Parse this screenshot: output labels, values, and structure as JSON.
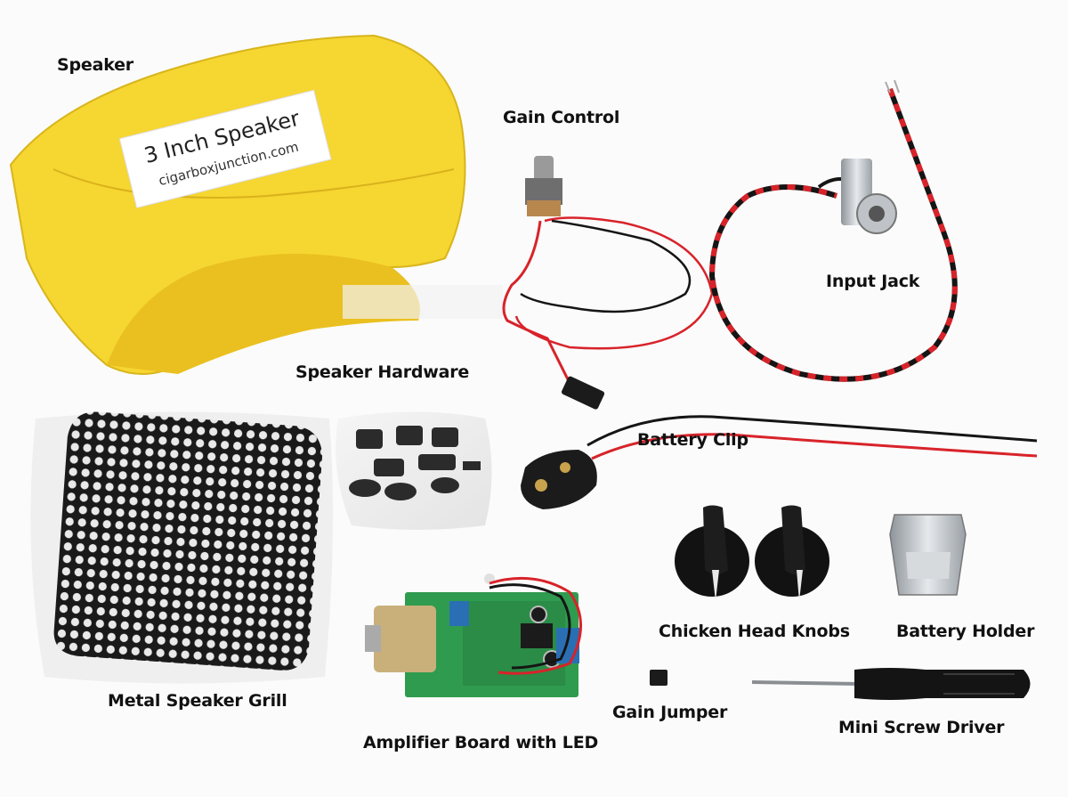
{
  "labels": {
    "speaker": "Speaker",
    "gain_control": "Gain Control",
    "input_jack": "Input Jack",
    "speaker_hardware": "Speaker Hardware",
    "battery_clip": "Battery Clip",
    "metal_speaker_grill": "Metal Speaker Grill",
    "chicken_head_knobs": "Chicken Head Knobs",
    "battery_holder": "Battery Holder",
    "gain_jumper": "Gain Jumper",
    "amplifier_board": "Amplifier Board with LED",
    "mini_screw_driver": "Mini Screw Driver"
  },
  "sticker": {
    "line1": "3 Inch Speaker",
    "line2": "cigarboxjunction.com"
  },
  "colors": {
    "envelope": "#f6d630",
    "board": "#2f9b4f",
    "wire_red": "#d8232a",
    "wire_black": "#151515",
    "metal": "#c7cbcf"
  }
}
